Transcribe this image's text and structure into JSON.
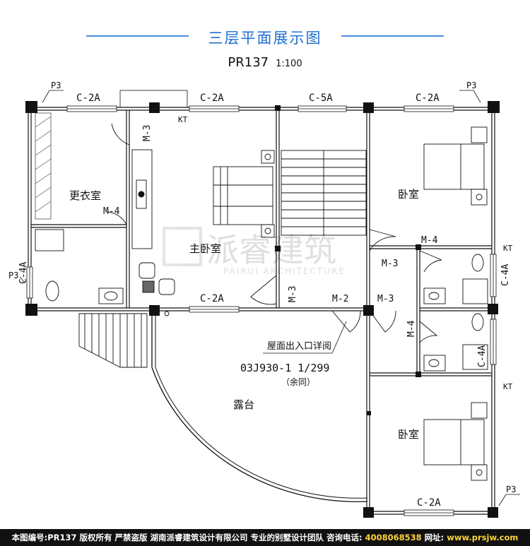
{
  "header": {
    "title": "三层平面展示图",
    "plan_code": "PR137",
    "scale": "1:100"
  },
  "rooms": {
    "dressing_room": "更衣室",
    "master_bedroom": "主卧室",
    "bedroom_top": "卧室",
    "bedroom_bottom": "卧室",
    "terrace": "露台"
  },
  "windows": {
    "w1": "C-2A",
    "w2": "C-2A",
    "w3": "C-5A",
    "w4": "C-2A",
    "w5": "C-2A",
    "w6": "C-2A",
    "w_left": "C-4A",
    "w_right1": "C-4A",
    "w_right2": "C-4A"
  },
  "doors": {
    "d_m3_top": "M-3",
    "d_m4_left": "M-4",
    "d_m3_master": "M-3",
    "d_m2": "M-2",
    "d_m3_right": "M-3",
    "d_m3_bed": "M-3",
    "d_m4_right": "M-4",
    "d_m4_bath": "M-4"
  },
  "markers": {
    "p3_tl": "P3",
    "p3_tr": "P3",
    "p3_left": "P3",
    "p3_br": "P3",
    "kt_top": "KT",
    "kt_right": "KT",
    "kt_right2": "KT"
  },
  "annotations": {
    "roof_exit": "屋面出入口详阅",
    "spec_ref": "03J930-1 1/299",
    "same_note": "（余同）"
  },
  "watermark": {
    "cn": "派睿建筑",
    "en": "PAIRUI ARCHITECTURE"
  },
  "footer": {
    "text_a": "本图编号:PR137 版权所有 严禁盗版 湖南派睿建筑设计有限公司 专业的别墅设计团队 咨询电话: ",
    "phone": "4008068538",
    "text_b": " 网址: ",
    "site": "www.prsjw.com"
  }
}
